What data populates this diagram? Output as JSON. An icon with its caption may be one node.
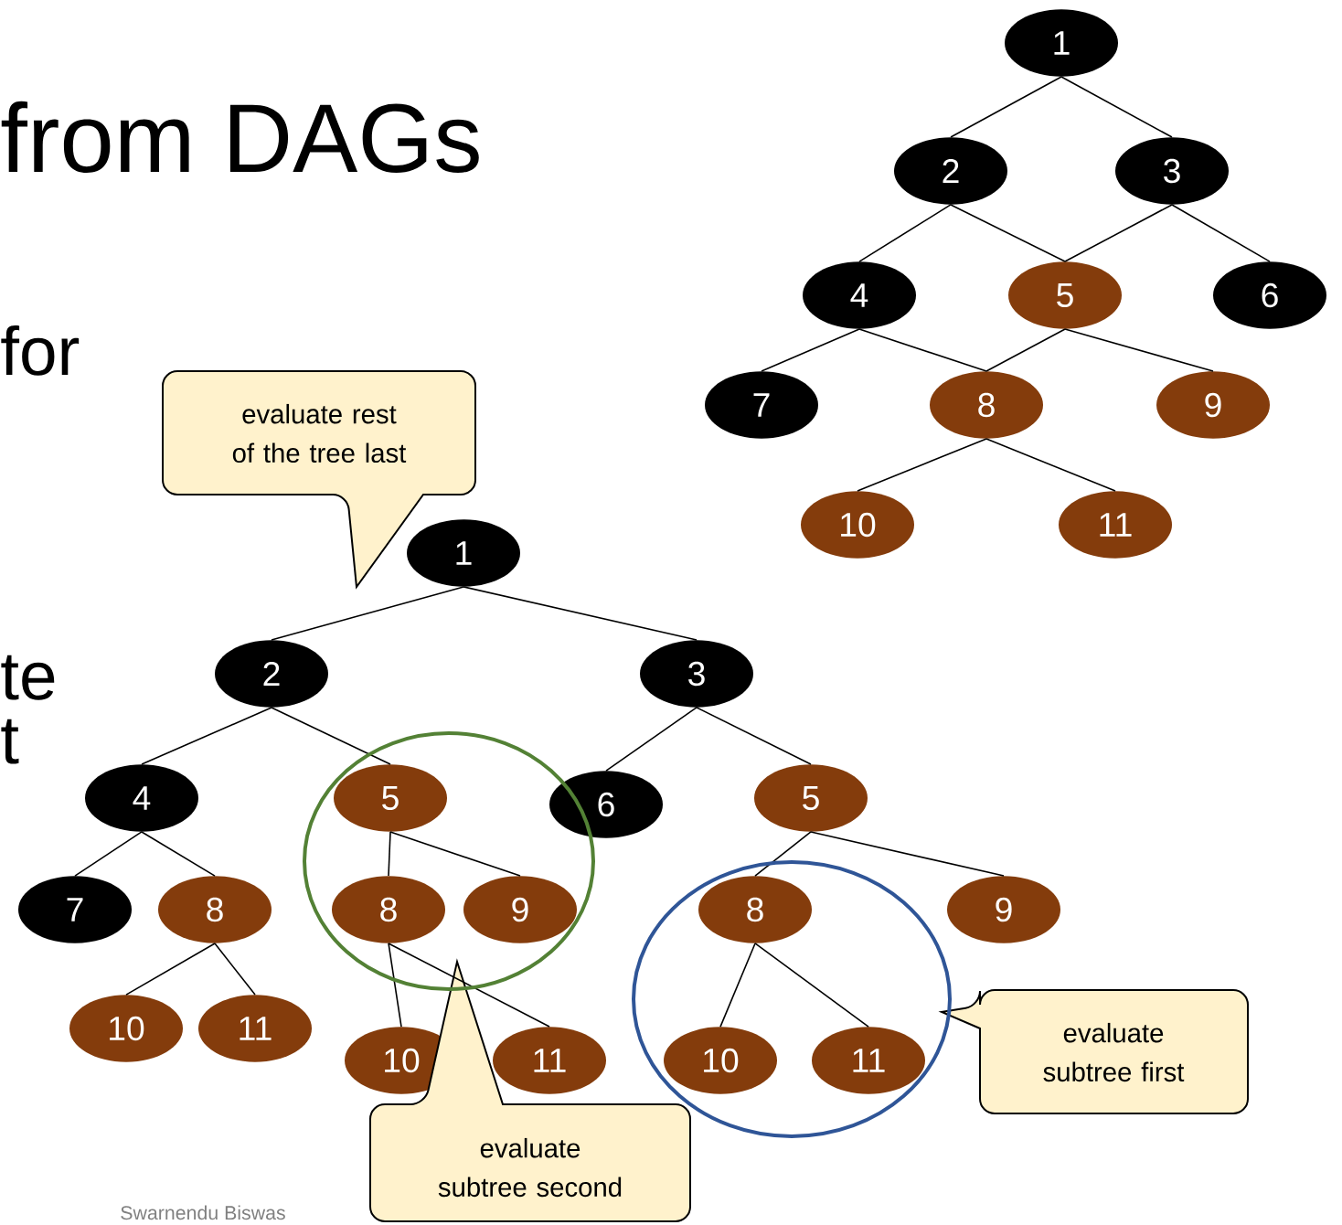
{
  "diagram": {
    "title": "from DAGs",
    "nodes": [
      {
        "text": [
          "1"
        ]
      },
      {
        "text": [
          "2"
        ]
      },
      {
        "text": [
          "3"
        ]
      },
      {
        "text": [
          "4"
        ]
      },
      {
        "text": [
          "5"
        ]
      },
      {
        "text": [
          "6"
        ]
      },
      {
        "text": [
          "7"
        ]
      },
      {
        "text": [
          "8"
        ]
      },
      {
        "text": [
          "9"
        ]
      },
      {
        "text": [
          "10"
        ]
      },
      {
        "text": [
          "11"
        ]
      },
      {
        "text": [
          "evaluate rest of the tree last"
        ]
      },
      {
        "text": [
          "1"
        ]
      },
      {
        "text": [
          "2"
        ]
      },
      {
        "text": [
          "3"
        ]
      },
      {
        "text": [
          "4"
        ]
      },
      {
        "text": [
          "5"
        ]
      },
      {
        "text": [
          "6"
        ]
      },
      {
        "text": [
          "5"
        ]
      },
      {
        "text": [
          "7"
        ]
      },
      {
        "text": [
          "8"
        ]
      },
      {
        "text": [
          "8"
        ]
      },
      {
        "text": [
          "9"
        ]
      },
      {
        "text": [
          "8"
        ]
      },
      {
        "text": [
          "9"
        ]
      },
      {
        "text": [
          "10"
        ]
      },
      {
        "text": [
          "11"
        ]
      },
      {
        "text": [
          "10"
        ]
      },
      {
        "text": [
          "11"
        ]
      },
      {
        "text": [
          "10"
        ]
      },
      {
        "text": [
          "11"
        ]
      },
      {
        "text": [
          "evaluate subtree first"
        ]
      },
      {
        "text": [
          "evaluate subtree second"
        ]
      }
    ],
    "edges": [
      {
        "from": 0,
        "to": 1,
        "arrow": "none"
      },
      {
        "from": 0,
        "to": 2,
        "arrow": "none"
      },
      {
        "from": 1,
        "to": 3,
        "arrow": "none"
      },
      {
        "from": 1,
        "to": 4,
        "arrow": "none"
      },
      {
        "from": 2,
        "to": 4,
        "arrow": "none"
      },
      {
        "from": 2,
        "to": 5,
        "arrow": "none"
      },
      {
        "from": 3,
        "to": 6,
        "arrow": "none"
      },
      {
        "from": 3,
        "to": 7,
        "arrow": "none"
      },
      {
        "from": 4,
        "to": 7,
        "arrow": "none"
      },
      {
        "from": 4,
        "to": 8,
        "arrow": "none"
      },
      {
        "from": 7,
        "to": 9,
        "arrow": "none"
      },
      {
        "from": 7,
        "to": 10,
        "arrow": "none"
      },
      {
        "from": 12,
        "to": 13,
        "arrow": "none"
      },
      {
        "from": 12,
        "to": 14,
        "arrow": "none"
      },
      {
        "from": 13,
        "to": 15,
        "arrow": "none"
      },
      {
        "from": 13,
        "to": 16,
        "arrow": "none"
      },
      {
        "from": 14,
        "to": 17,
        "arrow": "none"
      },
      {
        "from": 14,
        "to": 18,
        "arrow": "none"
      },
      {
        "from": 15,
        "to": 19,
        "arrow": "none"
      },
      {
        "from": 15,
        "to": 20,
        "arrow": "none"
      },
      {
        "from": 16,
        "to": 21,
        "arrow": "none"
      },
      {
        "from": 16,
        "to": 22,
        "arrow": "none"
      },
      {
        "from": 18,
        "to": 23,
        "arrow": "none"
      },
      {
        "from": 18,
        "to": 24,
        "arrow": "none"
      },
      {
        "from": 20,
        "to": 25,
        "arrow": "none"
      },
      {
        "from": 20,
        "to": 26,
        "arrow": "none"
      },
      {
        "from": 21,
        "to": 27,
        "arrow": "none"
      },
      {
        "from": 21,
        "to": 28,
        "arrow": "none"
      },
      {
        "from": 23,
        "to": 29,
        "arrow": "none"
      },
      {
        "from": 23,
        "to": 30,
        "arrow": "none"
      }
    ],
    "labels": [
      "for",
      "te",
      "t",
      "Swarnendu Biswas"
    ]
  }
}
